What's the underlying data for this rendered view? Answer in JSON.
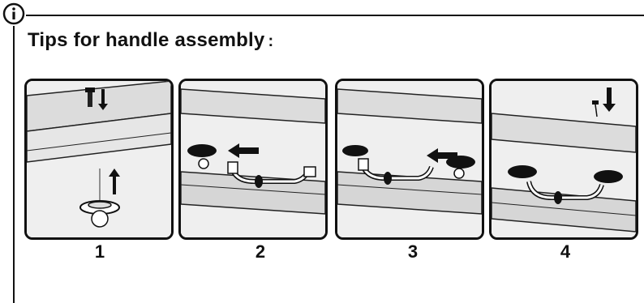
{
  "header": {
    "info_icon": "info-icon",
    "title": "Tips for handle assembly",
    "title_suffix": ":"
  },
  "steps": [
    {
      "label": "1",
      "illustration": "screw-into-rosette-illustration"
    },
    {
      "label": "2",
      "illustration": "attach-left-rosette-illustration"
    },
    {
      "label": "3",
      "illustration": "attach-right-rosette-illustration"
    },
    {
      "label": "4",
      "illustration": "secure-handle-screw-illustration"
    }
  ],
  "colors": {
    "ink": "#111111",
    "panel_bg": "#ececec",
    "rail": "#d9d9d9"
  }
}
